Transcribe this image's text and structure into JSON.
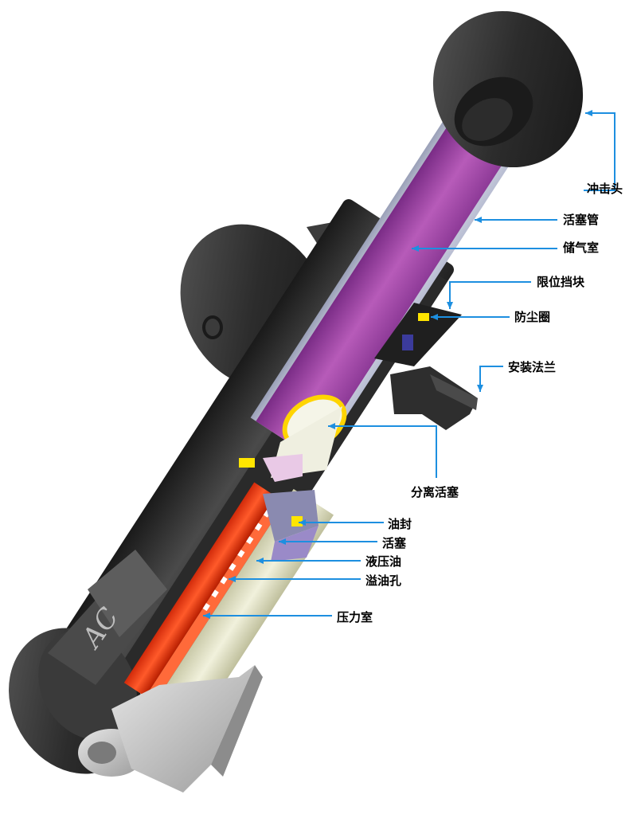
{
  "diagram": {
    "accent_color": "#1d8fe0",
    "engraving": "AC",
    "labels": {
      "impact_head": "冲击头",
      "piston_tube": "活塞管",
      "gas_chamber": "储气室",
      "limit_stop": "限位挡块",
      "dust_ring": "防尘圈",
      "mount_flange": "安装法兰",
      "separating_piston": "分离活塞",
      "oil_seal": "油封",
      "piston": "活塞",
      "hydraulic_oil": "液压油",
      "overflow_holes": "溢油孔",
      "pressure_chamber": "压力室"
    }
  }
}
